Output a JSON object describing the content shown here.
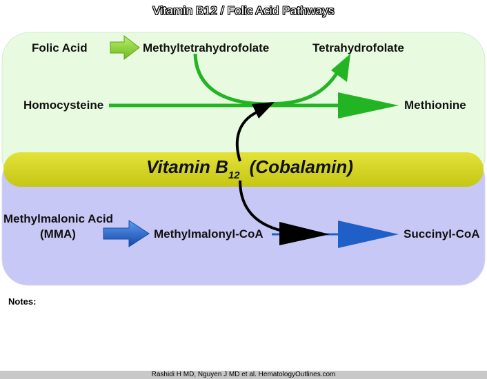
{
  "title": "Vitamin B12 / Folic Acid Pathways",
  "colors": {
    "top_panel": "#e8fbe0",
    "bottom_panel": "#c8c8f6",
    "center_band": "#d8d820",
    "green_arrow": "#22b422",
    "light_green_arrow": "#8ed232",
    "blue_arrow": "#1f5fc8",
    "black_arrow": "#000000"
  },
  "labels": {
    "folic_acid": "Folic Acid",
    "methyltetrahydrofolate": "Methyltetrahydrofolate",
    "tetrahydrofolate": "Tetrahydrofolate",
    "homocysteine": "Homocysteine",
    "methionine": "Methionine",
    "vitamin_main": "Vitamin B",
    "vitamin_sub": "12",
    "vitamin_paren": "(Cobalamin)",
    "mma_line1": "Methylmalonic Acid",
    "mma_line2": "(MMA)",
    "methylmalonyl": "Methylmalonyl-CoA",
    "succinyl": "Succinyl-CoA"
  },
  "notes": "Notes:",
  "footer": "Rashidi H MD, Nguyen J MD et al. HematologyOutlines.com"
}
